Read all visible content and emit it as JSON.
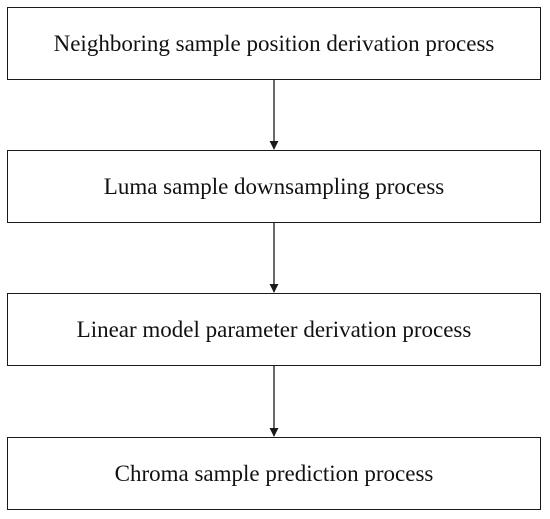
{
  "steps": [
    "Neighboring sample position derivation process",
    "Luma sample downsampling process",
    "Linear model parameter derivation process",
    "Chroma sample prediction process"
  ],
  "colors": {
    "stroke": "#1a1a1a",
    "text": "#111111",
    "background": "#ffffff"
  }
}
